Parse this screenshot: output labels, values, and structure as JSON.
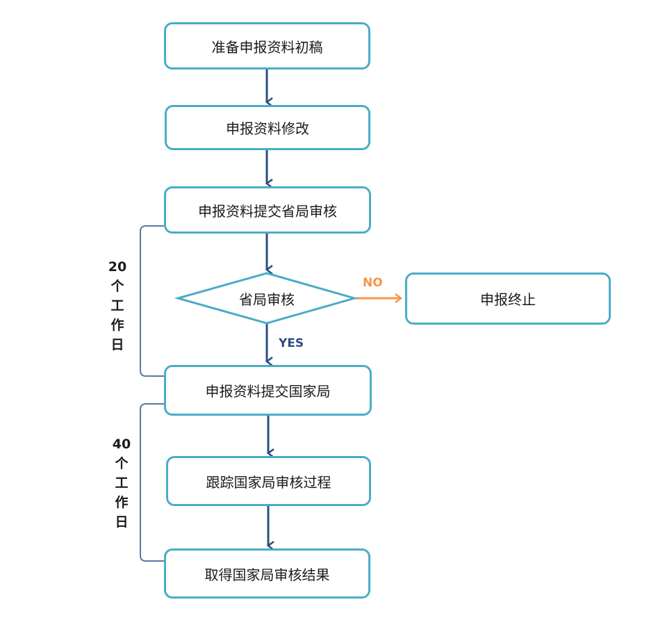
{
  "diagram": {
    "steps": [
      {
        "id": "prepare-draft",
        "label": "准备申报资料初稿"
      },
      {
        "id": "revise-materials",
        "label": "申报资料修改"
      },
      {
        "id": "submit-provincial",
        "label": "申报资料提交省局审核"
      },
      {
        "id": "submit-national",
        "label": "申报资料提交国家局"
      },
      {
        "id": "track-national-review",
        "label": "跟踪国家局审核过程"
      },
      {
        "id": "obtain-result",
        "label": "取得国家局审核结果"
      }
    ],
    "decision": {
      "label": "省局审核",
      "yes_label": "YES",
      "no_label": "NO"
    },
    "terminate": {
      "label": "申报终止"
    },
    "durations": [
      {
        "number": "20",
        "chars": [
          "个",
          "工",
          "作",
          "日"
        ]
      },
      {
        "number": "40",
        "chars": [
          "个",
          "工",
          "作",
          "日"
        ]
      }
    ],
    "colors": {
      "box_border": "#4bacc6",
      "arrow": "#2b4f80",
      "no_arrow": "#f79646",
      "bracket": "#5a76a6"
    }
  }
}
